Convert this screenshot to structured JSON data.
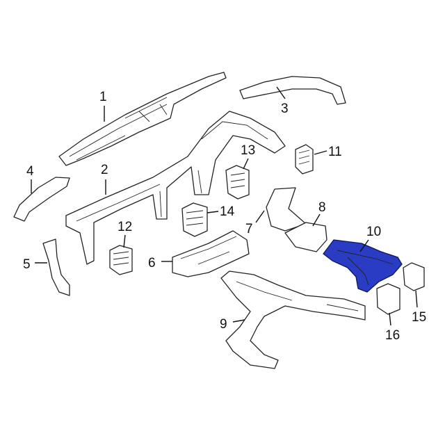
{
  "diagram": {
    "highlight_color": "#2a3cc4",
    "callouts": [
      "1",
      "2",
      "3",
      "4",
      "5",
      "6",
      "7",
      "8",
      "9",
      "10",
      "11",
      "12",
      "13",
      "14",
      "15",
      "16"
    ],
    "highlighted_part": "10"
  }
}
